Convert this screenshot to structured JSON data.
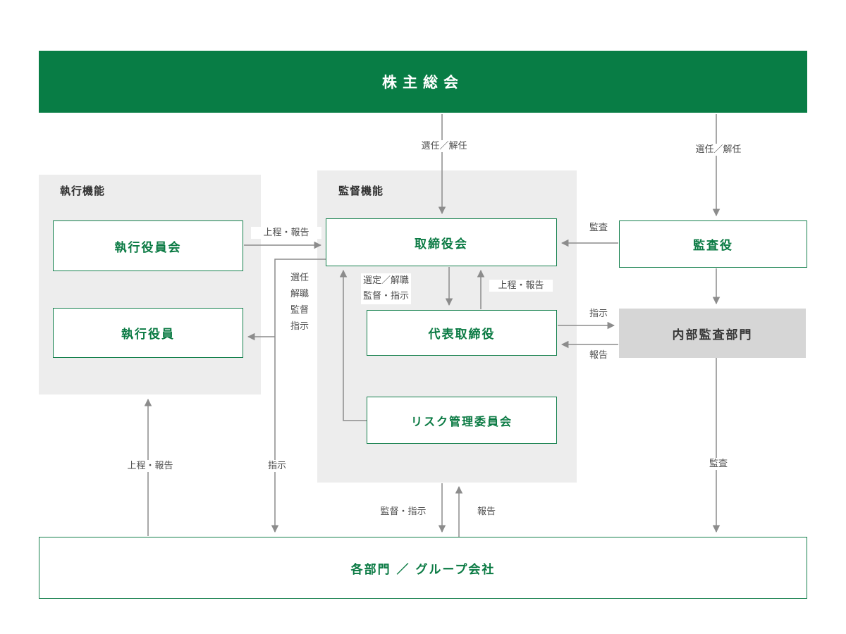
{
  "diagram": {
    "areas": {
      "executive": {
        "label": "執行機能"
      },
      "supervisory": {
        "label": "監督機能"
      }
    },
    "nodes": {
      "shareholders": {
        "label": "株主総会"
      },
      "executive_officers_committee": {
        "label": "執行役員会"
      },
      "executive_officers": {
        "label": "執行役員"
      },
      "board_of_directors": {
        "label": "取締役会"
      },
      "representative_director": {
        "label": "代表取締役"
      },
      "risk_management_committee": {
        "label": "リスク管理委員会"
      },
      "auditor": {
        "label": "監査役"
      },
      "internal_audit_department": {
        "label": "内部監査部門"
      },
      "departments_group_companies": {
        "label": "各部門 ／ グループ会社"
      }
    },
    "edge_labels": {
      "appoint_dismiss_board": "選任／解任",
      "appoint_dismiss_auditor": "選任／解任",
      "submit_report_board": "上程・報告",
      "appoint_dismiss_supervise_instruct_stack": "選任\n解職\n監督\n指示",
      "select_dismiss_supervise_instruct": "選定／解職\n監督・指示",
      "submit_report_representative": "上程・報告",
      "audit_board": "監査",
      "instruct_internal_audit": "指示",
      "report_internal_audit": "報告",
      "instruct_departments": "指示",
      "submit_report_departments": "上程・報告",
      "supervise_instruct_departments": "監督・指示",
      "report_departments": "報告",
      "audit_departments": "監査"
    },
    "colors": {
      "primary_green": "#087d45",
      "box_text_green": "#0a7a43",
      "area_gray": "#ededed",
      "internal_audit_gray": "#d6d6d6",
      "line_gray": "#8c8c8c"
    }
  }
}
